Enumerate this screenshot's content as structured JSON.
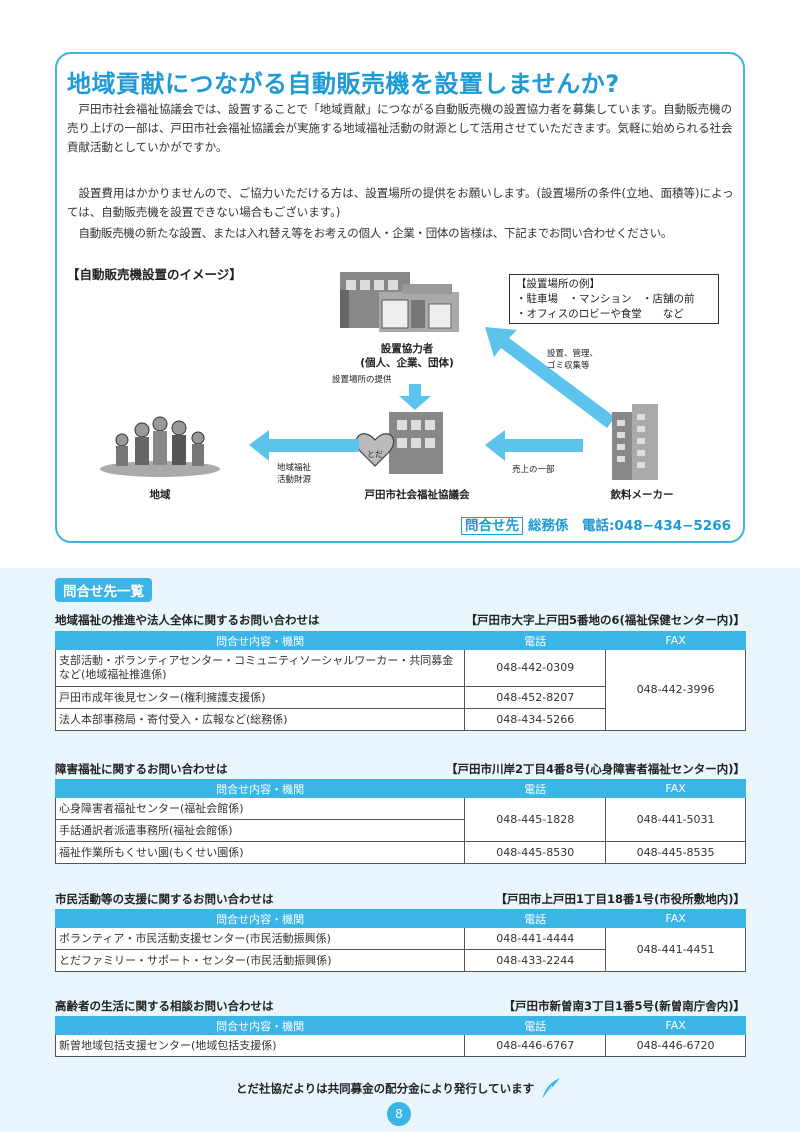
{
  "headline": "地域貢献につながる自動販売機を設置しませんか?",
  "intro": {
    "p1": "戸田市社会福祉協議会では、設置することで「地域貢献」につながる自動販売機の設置協力者を募集しています。自動販売機の売り上げの一部は、戸田市社会福祉協議会が実施する地域福祉活動の財源として活用させていただきます。気軽に始められる社会貢献活動としていかがですか。",
    "p2": "設置費用はかかりませんので、ご協力いただける方は、設置場所の提供をお願いします。(設置場所の条件(立地、面積等)によっては、自動販売機を設置できない場合もございます。)",
    "p3": "自動販売機の新たな設置、または入れ替え等をお考えの個人・企業・団体の皆様は、下記までお問い合わせください。"
  },
  "diagram": {
    "label": "【自動販売機設置のイメージ】",
    "examples_title": "【設置場所の例】",
    "examples_line1": "・駐車場　・マンション　・店舗の前",
    "examples_line2": "・オフィスのロビーや食堂　　など",
    "partner_line1": "設置協力者",
    "partner_line2": "(個人、企業、団体)",
    "place_provide": "設置場所の提供",
    "maker_role_line1": "設置、管理、",
    "maker_role_line2": "ゴミ収集等",
    "council": "戸田市社会福祉協議会",
    "region": "地域",
    "fund_line1": "地域福祉",
    "fund_line2": "活動財源",
    "sales_part": "売上の一部",
    "maker": "飲料メーカー",
    "mascot_text": "とだ"
  },
  "contact": {
    "tag": "問合せ先",
    "text": "総務係　電話:048−434−5266"
  },
  "contact_list_title": "問合せ先一覧",
  "col_headers": {
    "service": "問合せ内容・機関",
    "tel": "電話",
    "fax": "FAX"
  },
  "sections": [
    {
      "title": "地域福祉の推進や法人全体に関するお問い合わせは",
      "address": "【戸田市大字上戸田5番地の6(福祉保健センター内)】",
      "rows": [
        {
          "service": "支部活動・ボランティアセンター・コミュニティソーシャルワーカー・共同募金など(地域福祉推進係)",
          "tel": "048-442-0309"
        },
        {
          "service": "戸田市成年後見センター(権利擁護支援係)",
          "tel": "048-452-8207"
        },
        {
          "service": "法人本部事務局・寄付受入・広報など(総務係)",
          "tel": "048-434-5266"
        }
      ],
      "fax": "048-442-3996"
    },
    {
      "title": "障害福祉に関するお問い合わせは",
      "address": "【戸田市川岸2丁目4番8号(心身障害者福祉センター内)】",
      "rows": [
        {
          "service": "心身障害者福祉センター(福祉会館係)"
        },
        {
          "service": "手話通訳者派遣事務所(福祉会館係)"
        },
        {
          "service": "福祉作業所もくせい園(もくせい園係)",
          "tel": "048-445-8530",
          "fax": "048-445-8535"
        }
      ],
      "shared_tel": "048-445-1828",
      "shared_fax": "048-441-5031"
    },
    {
      "title": "市民活動等の支援に関するお問い合わせは",
      "address": "【戸田市上戸田1丁目18番1号(市役所敷地内)】",
      "rows": [
        {
          "service": "ボランティア・市民活動支援センター(市民活動振興係)",
          "tel": "048-441-4444"
        },
        {
          "service": "とだファミリー・サポート・センター(市民活動振興係)",
          "tel": "048-433-2244"
        }
      ],
      "fax": "048-441-4451"
    },
    {
      "title": "高齢者の生活に関する相談お問い合わせは",
      "address": "【戸田市新曽南3丁目1番5号(新曽南庁舎内)】",
      "rows": [
        {
          "service": "新曽地域包括支援センター(地域包括支援係)",
          "tel": "048-446-6767",
          "fax": "048-446-6720"
        }
      ]
    }
  ],
  "footer": "とだ社協だよりは共同募金の配分金により発行しています",
  "page_number": "8",
  "colors": {
    "accent": "#3bb4e6",
    "headline": "#1e9ad6",
    "bg_light": "#e8f5fc",
    "arrow": "#5bc3ec"
  }
}
